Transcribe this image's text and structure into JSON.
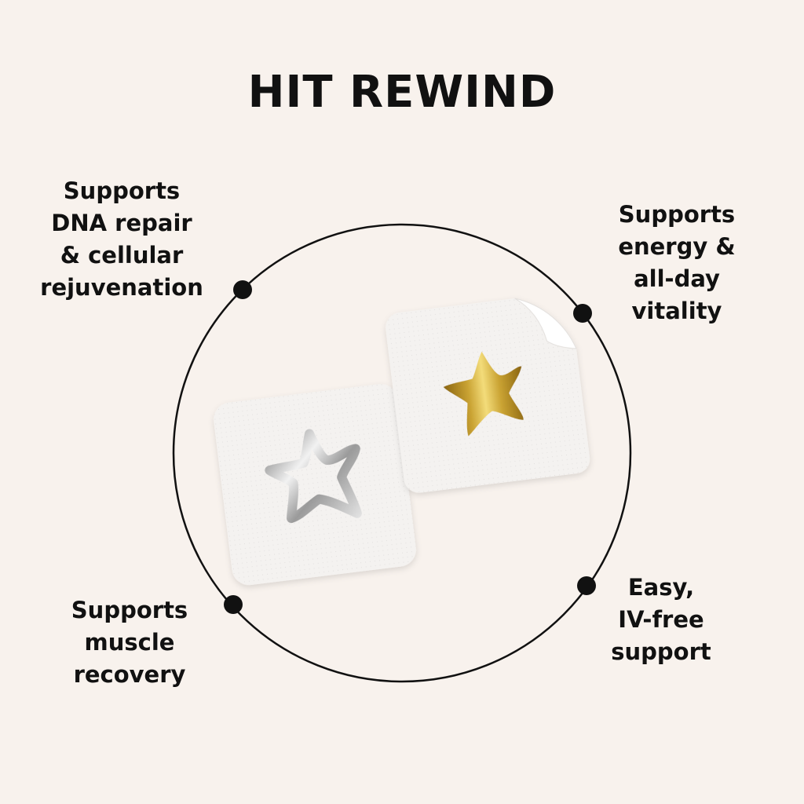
{
  "title": "HIT REWIND",
  "features": {
    "dna": [
      "Supports",
      "DNA repair",
      "& cellular",
      "rejuvenation"
    ],
    "energy": [
      "Supports",
      "energy &",
      "all-day",
      "vitality"
    ],
    "muscle": [
      "Supports",
      "muscle",
      "recovery"
    ],
    "iv": [
      "Easy,",
      "IV-free",
      "support"
    ]
  },
  "colors": {
    "background": "#f8f2ed",
    "text": "#111111",
    "patch": "#f4f2f0",
    "gold": "#c9a232",
    "silver": "#b5b5b5"
  },
  "icons": {
    "patch_left": "silver-star-patch",
    "patch_right": "gold-star-patch"
  }
}
